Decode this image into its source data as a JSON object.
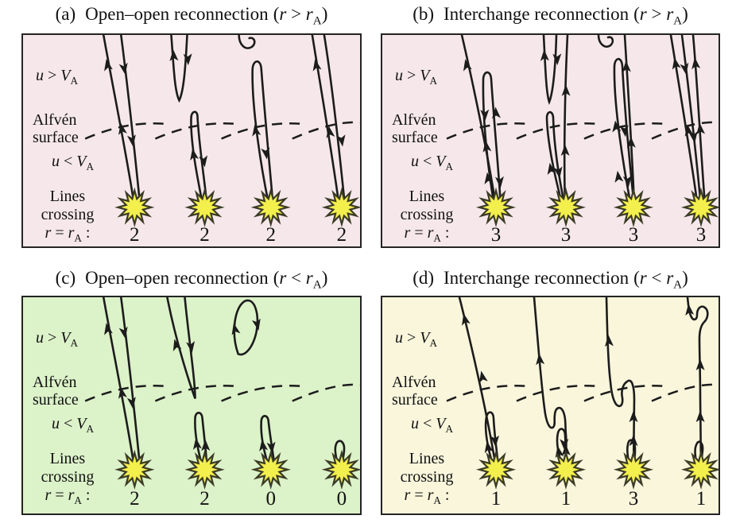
{
  "figure": {
    "panels": [
      {
        "id": "a",
        "tag": "(a)",
        "title": "Open–open reconnection",
        "cond": {
          "open": "(",
          "r1": "r",
          "rel": " > ",
          "r2": "r",
          "sub": "A",
          "close": ")"
        },
        "bg": "#f6e8ea",
        "counts": [
          "2",
          "2",
          "2",
          "2"
        ]
      },
      {
        "id": "b",
        "tag": "(b)",
        "title": "Interchange reconnection",
        "cond": {
          "open": "(",
          "r1": "r",
          "rel": " > ",
          "r2": "r",
          "sub": "A",
          "close": ")"
        },
        "bg": "#f6e8ea",
        "counts": [
          "3",
          "3",
          "3",
          "3"
        ]
      },
      {
        "id": "c",
        "tag": "(c)",
        "title": "Open–open reconnection",
        "cond": {
          "open": "(",
          "r1": "r",
          "rel": " < ",
          "r2": "r",
          "sub": "A",
          "close": ")"
        },
        "bg": "#dcf2c9",
        "counts": [
          "2",
          "2",
          "0",
          "0"
        ]
      },
      {
        "id": "d",
        "tag": "(d)",
        "title": "Interchange reconnection",
        "cond": {
          "open": "(",
          "r1": "r",
          "rel": " < ",
          "r2": "r",
          "sub": "A",
          "close": ")"
        },
        "bg": "#f9f6dc",
        "counts": [
          "1",
          "1",
          "3",
          "1"
        ]
      }
    ],
    "labels": {
      "u": "u",
      "gt": " > ",
      "lt": " < ",
      "V": "V",
      "A": "A",
      "alfven1": "Alfvén",
      "alfven2": "surface",
      "lines1": "Lines",
      "lines2": "crossing",
      "r": "r",
      "eq": " = ",
      "colon": " :"
    },
    "colors": {
      "line": "#1c1c1c",
      "panel_border": "#242424",
      "star_fill": "#f3ef4d",
      "star_stroke": "#3b3b26",
      "pink_bg": "#f6e8ea",
      "green_bg": "#dcf2c9",
      "yellow_bg": "#f9f6dc"
    }
  }
}
